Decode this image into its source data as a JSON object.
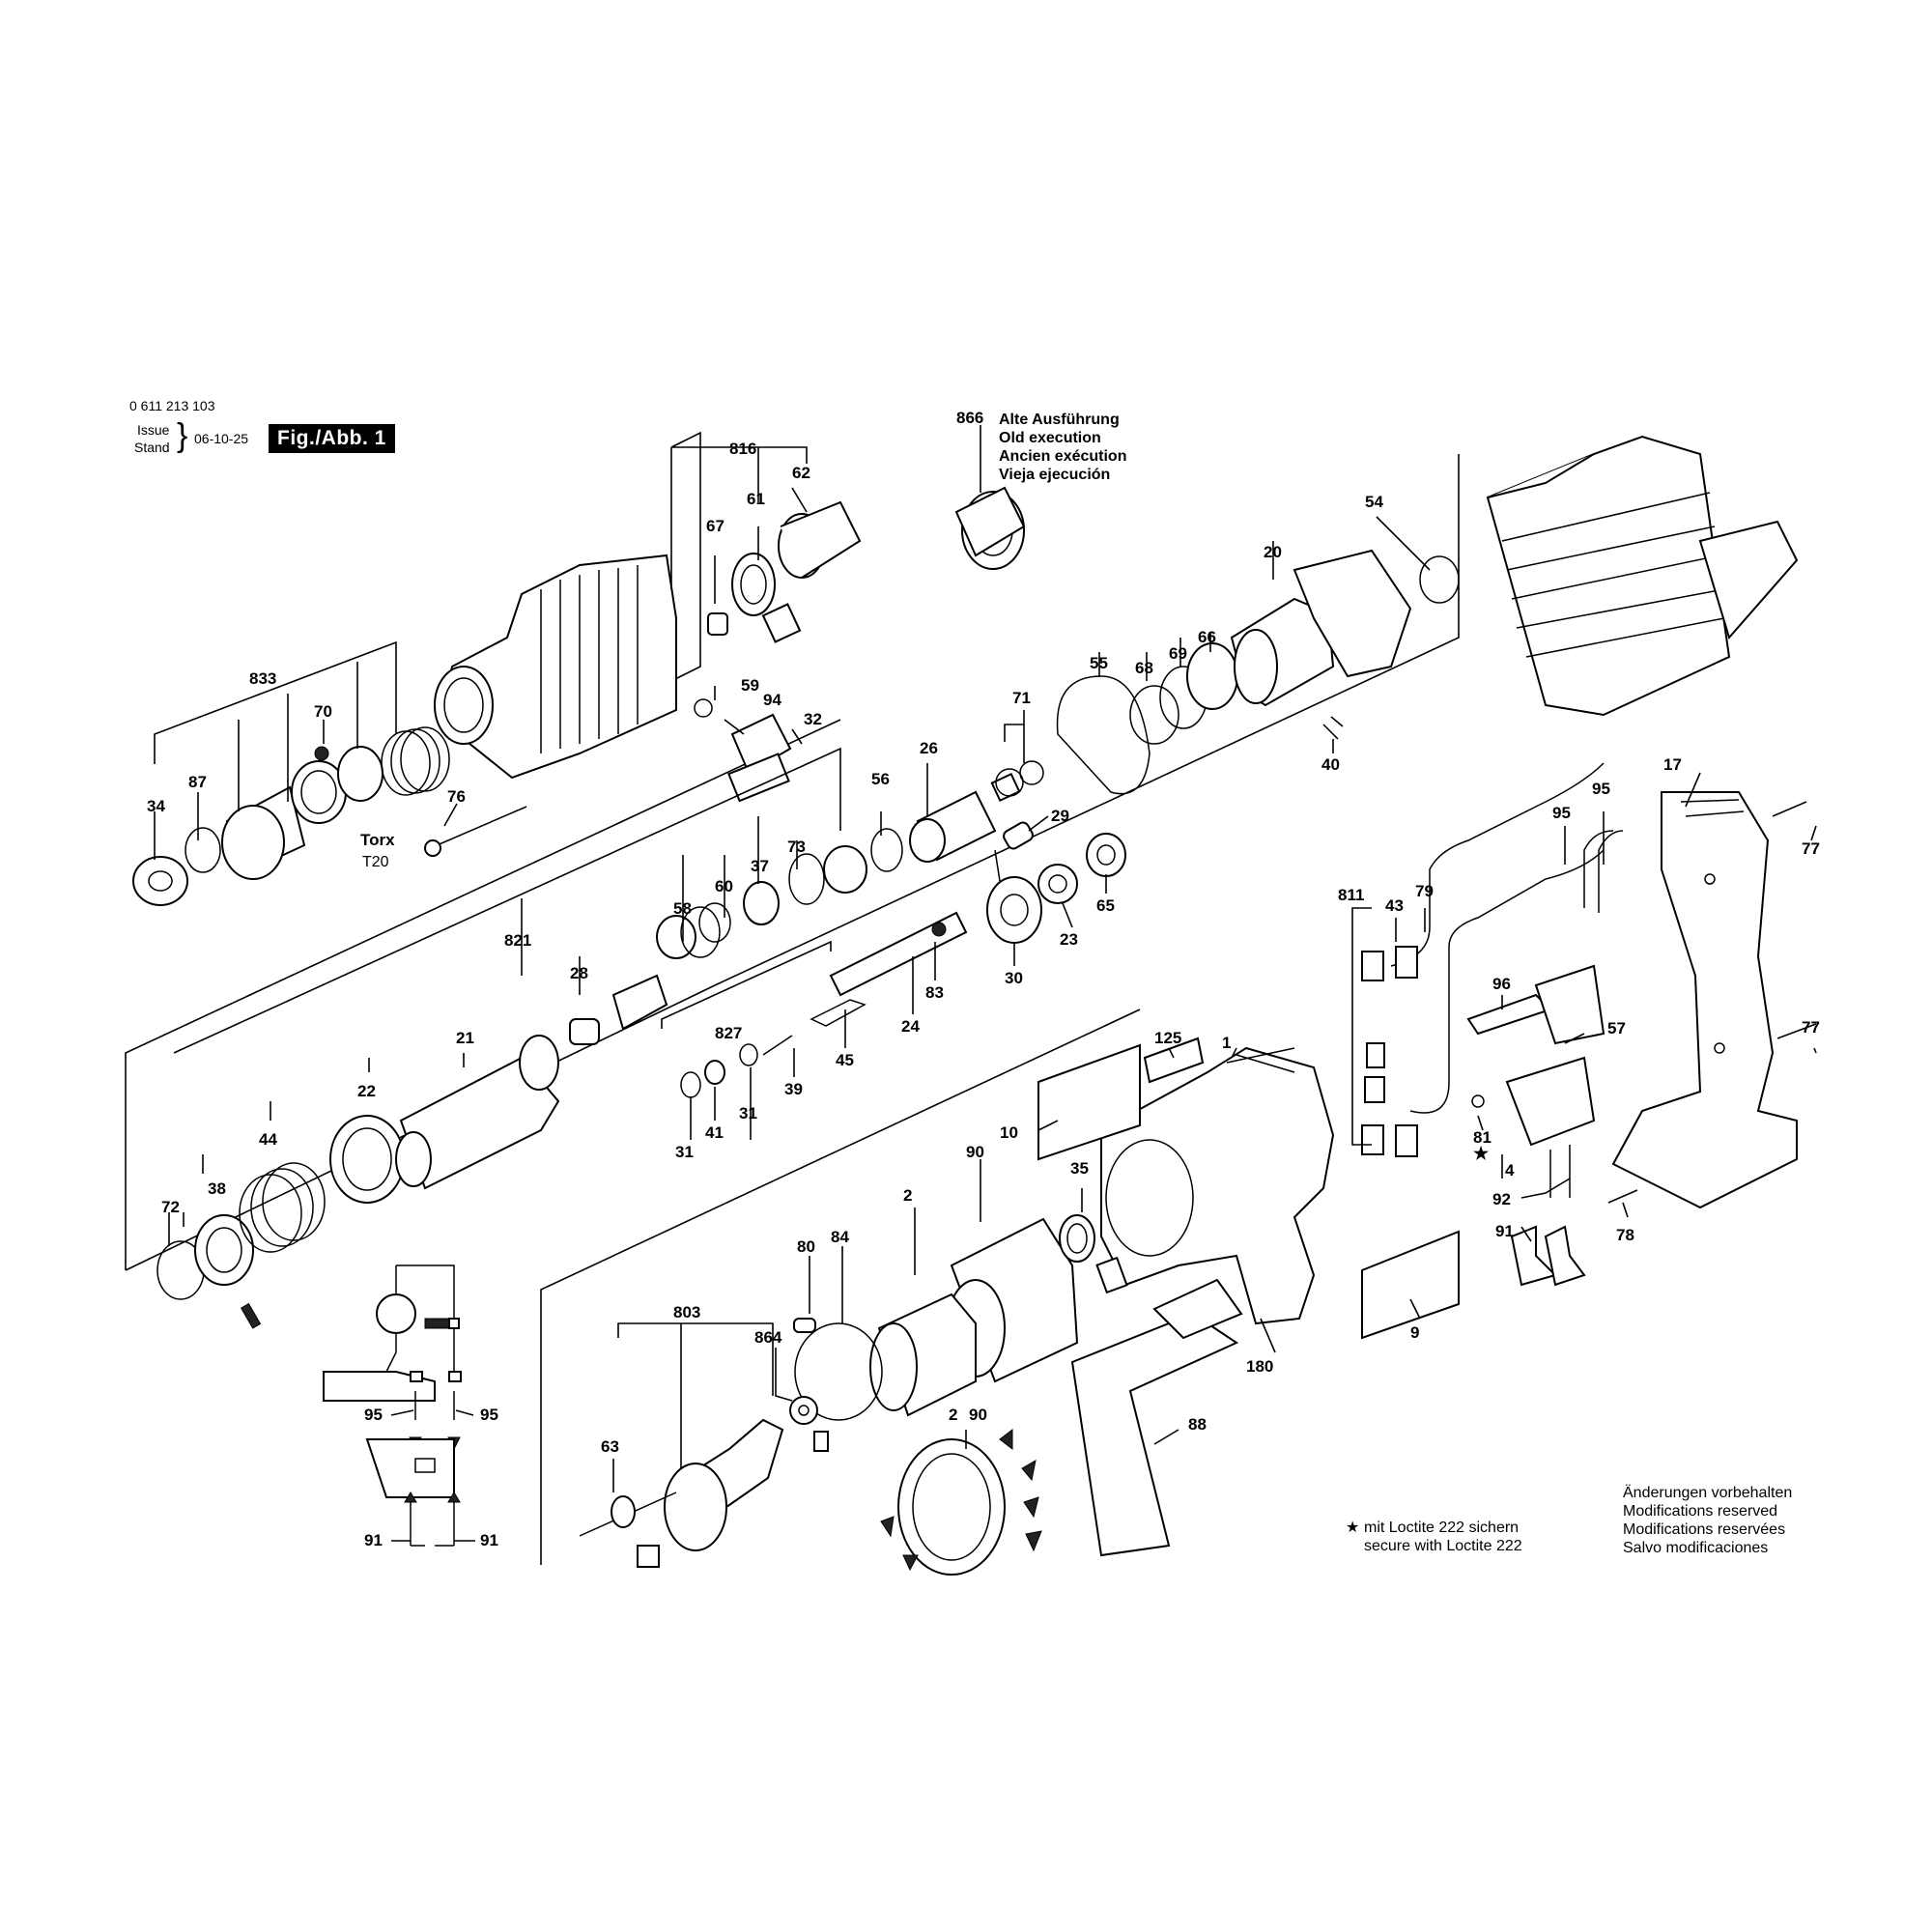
{
  "header": {
    "doc_number": "0 611 213 103",
    "issue_label": "Issue",
    "stand_label": "Stand",
    "issue_date": "06-10-25",
    "figure_label": "Fig./Abb. 1"
  },
  "old_execution": {
    "part": "866",
    "lines": [
      "Alte Ausführung",
      "Old execution",
      "Ancien exécution",
      "Vieja ejecución"
    ]
  },
  "torx": {
    "label": "Torx",
    "size": "T20"
  },
  "loctite_note": {
    "star": "★",
    "lines": [
      "mit Loctite 222 sichern",
      "secure with Loctite 222"
    ]
  },
  "modifications": {
    "lines": [
      "Änderungen vorbehalten",
      "Modifications reserved",
      "Modifications reservées",
      "Salvo modificaciones"
    ]
  },
  "part_labels": [
    "816",
    "62",
    "61",
    "67",
    "833",
    "70",
    "59",
    "94",
    "32",
    "34",
    "87",
    "76",
    "821",
    "28",
    "58",
    "60",
    "37",
    "73",
    "56",
    "26",
    "71",
    "29",
    "21",
    "22",
    "44",
    "38",
    "72",
    "827",
    "31",
    "41",
    "31",
    "39",
    "45",
    "24",
    "83",
    "30",
    "23",
    "65",
    "55",
    "68",
    "69",
    "66",
    "20",
    "54",
    "40",
    "17",
    "77",
    "77",
    "95",
    "95",
    "43",
    "79",
    "811",
    "96",
    "57",
    "81",
    "4",
    "92",
    "91",
    "78",
    "1",
    "125",
    "10",
    "90",
    "35",
    "2",
    "84",
    "80",
    "803",
    "864",
    "63",
    "2",
    "90",
    "180",
    "88",
    "9",
    "95",
    "95",
    "91",
    "91"
  ],
  "colors": {
    "line": "#000000",
    "background": "#ffffff"
  }
}
